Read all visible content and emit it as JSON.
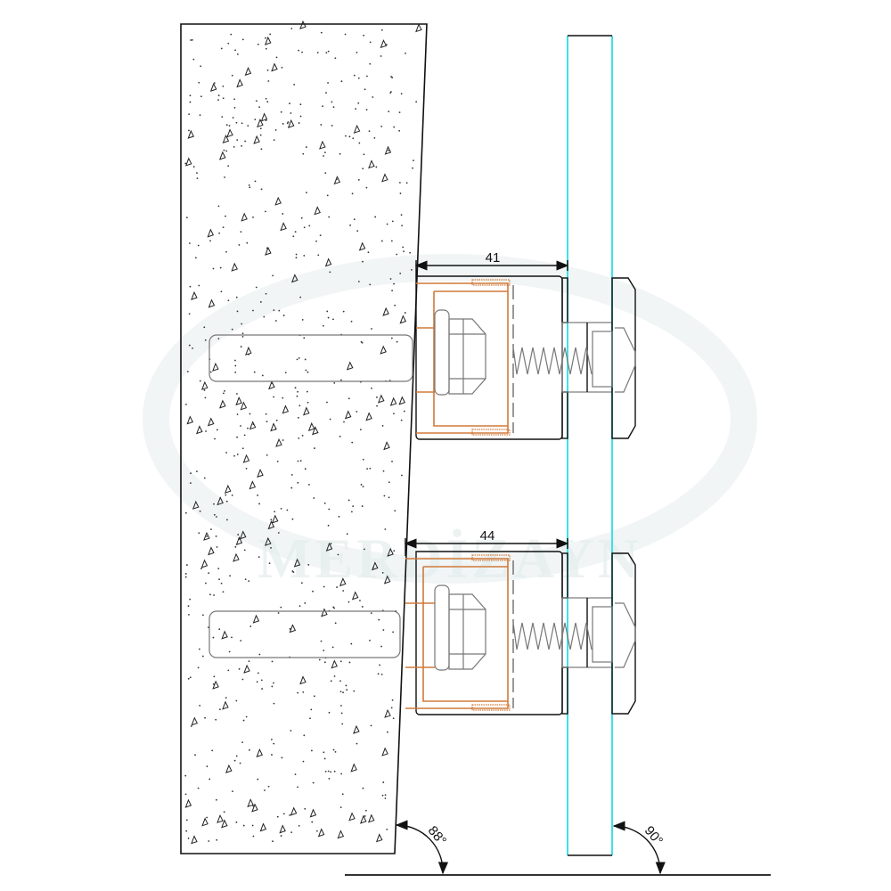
{
  "watermark": "MERDİZAYN",
  "dimensions": {
    "top_bracket": "41",
    "bottom_bracket": "44"
  },
  "angles": {
    "wall": "88°",
    "glass": "90°"
  },
  "colors": {
    "glass_edge": "#3fe0e8",
    "bracket_insert": "#d07a3a",
    "line": "#111111"
  }
}
